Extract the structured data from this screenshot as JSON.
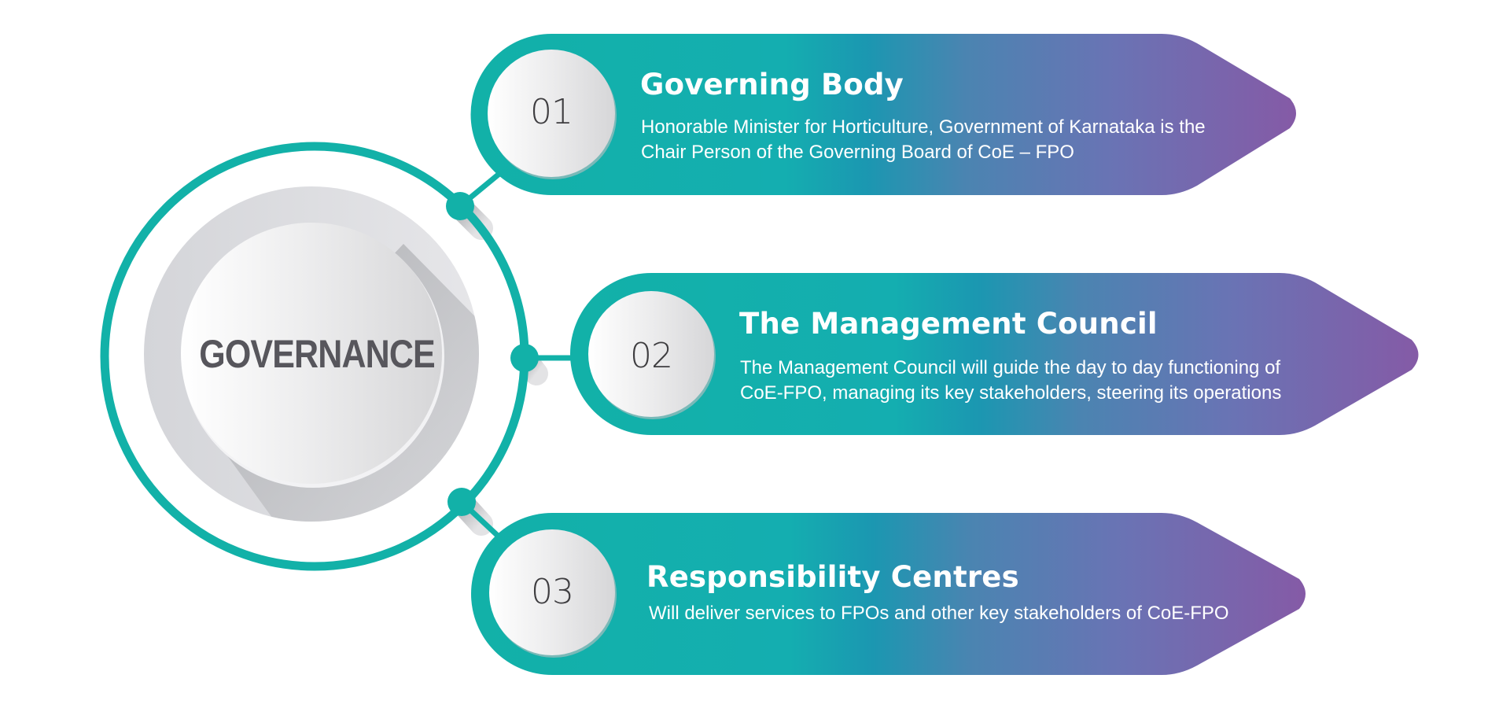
{
  "diagram": {
    "center": {
      "label": "GOVERNANCE"
    },
    "colors": {
      "teal": "#12b1a8",
      "cyan": "#1a98b2",
      "blue": "#5b7fb2",
      "purple": "#835aa6",
      "ring": "#12b1a8",
      "center_text": "#57565c",
      "number_text": "#3e3d40"
    },
    "items": [
      {
        "number": "01",
        "title": "Governing Body",
        "lines": [
          "Honorable Minister for Horticulture, Government of Karnataka is the",
          "Chair Person of the Governing Board of CoE – FPO"
        ]
      },
      {
        "number": "02",
        "title": "The Management Council",
        "lines": [
          "The Management Council will guide the day to day functioning of",
          "CoE-FPO, managing its key stakeholders, steering its operations"
        ]
      },
      {
        "number": "03",
        "title": "Responsibility Centres",
        "lines": [
          "Will deliver services to FPOs and other key stakeholders of CoE-FPO"
        ]
      }
    ]
  }
}
